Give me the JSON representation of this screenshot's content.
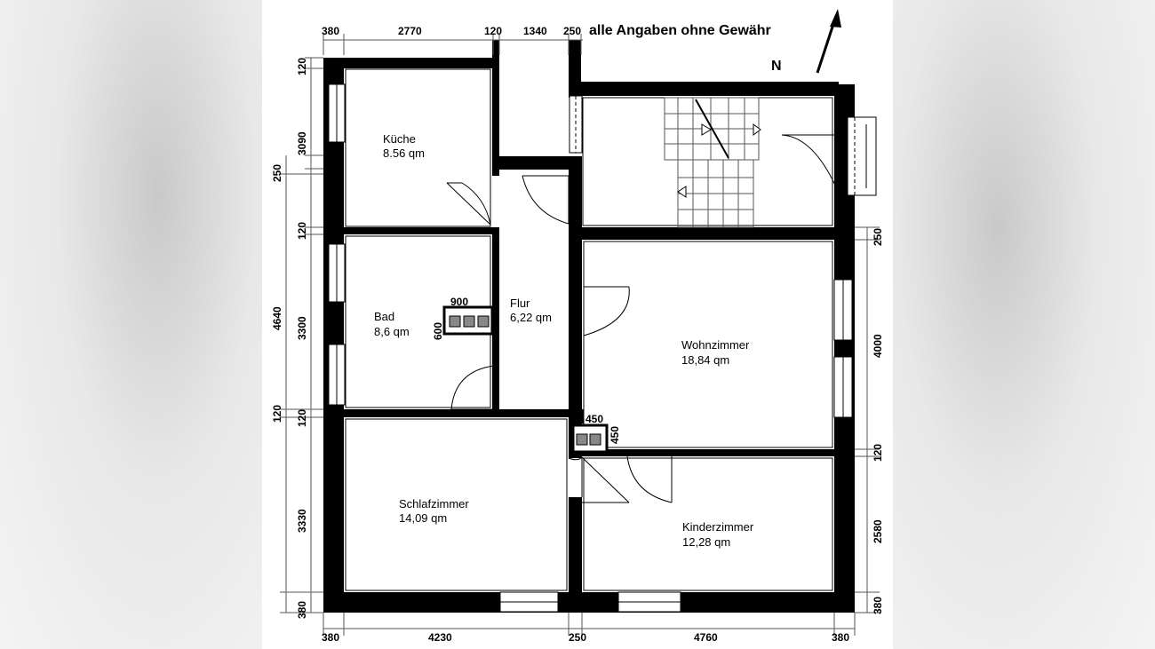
{
  "note": "alle Angaben ohne Gewähr",
  "north_label": "N",
  "rooms": {
    "kueche": {
      "name": "Küche",
      "area": "8.56 qm"
    },
    "bad": {
      "name": "Bad",
      "area": "8,6 qm"
    },
    "flur": {
      "name": "Flur",
      "area": "6,22 qm"
    },
    "wohnzimmer": {
      "name": "Wohnzimmer",
      "area": "18,84 qm"
    },
    "schlafzimmer": {
      "name": "Schlafzimmer",
      "area": "14,09 qm"
    },
    "kinderzimmer": {
      "name": "Kinderzimmer",
      "area": "12,28 qm"
    }
  },
  "dims_top": [
    "380",
    "2770",
    "120",
    "1340",
    "250"
  ],
  "dims_bottom": [
    "380",
    "4230",
    "250",
    "4760",
    "380"
  ],
  "dims_left_outer": [
    "4640",
    "3330",
    "380"
  ],
  "dims_left_inner": [
    "120",
    "3090",
    "250",
    "120",
    "3300",
    "120"
  ],
  "dims_right": [
    "250",
    "4000",
    "120",
    "2580",
    "380"
  ],
  "fixtures": {
    "bad_shaft": {
      "w": "900",
      "h": "600"
    },
    "flur_shaft": {
      "w": "450",
      "h": "450"
    }
  }
}
